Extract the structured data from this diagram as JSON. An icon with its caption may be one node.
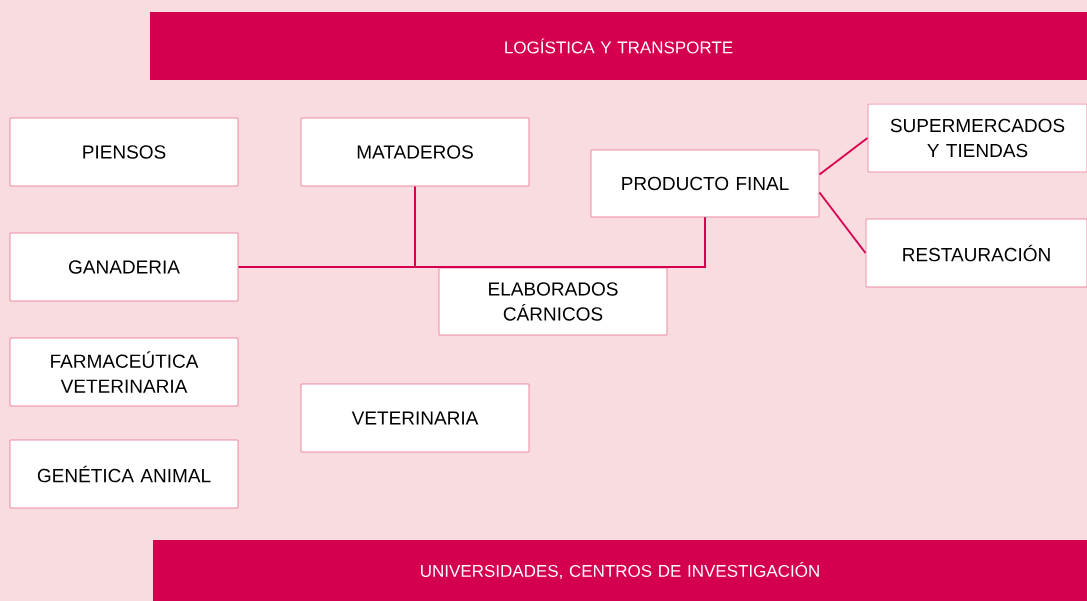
{
  "diagram": {
    "nodes": [
      {
        "text": [
          "LOGÍSTICA Y TRANSPORTE"
        ]
      },
      {
        "text": [
          "PIENSOS"
        ]
      },
      {
        "text": [
          "MATADEROS"
        ]
      },
      {
        "text": [
          "PRODUCTO FINAL"
        ]
      },
      {
        "text": [
          "SUPERMERCADOS Y TIENDAS"
        ]
      },
      {
        "text": [
          "GANADERIA"
        ]
      },
      {
        "text": [
          "RESTAURACIÓN"
        ]
      },
      {
        "text": [
          "ELABORADOS CÁRNICOS"
        ]
      },
      {
        "text": [
          "FARMACEÚTICA VETERINARIA"
        ]
      },
      {
        "text": [
          "VETERINARIA"
        ]
      },
      {
        "text": [
          "GENÉTICA ANIMAL"
        ]
      },
      {
        "text": [
          "UNIVERSIDADES, CENTROS DE INVESTIGACIÓN"
        ]
      }
    ],
    "edges": [
      {
        "from": 5,
        "to": 3,
        "arrow": "none"
      },
      {
        "from": 2,
        "to": 3,
        "arrow": "none"
      },
      {
        "from": 3,
        "to": 4,
        "arrow": "none"
      },
      {
        "from": 3,
        "to": 6,
        "arrow": "none"
      }
    ]
  }
}
